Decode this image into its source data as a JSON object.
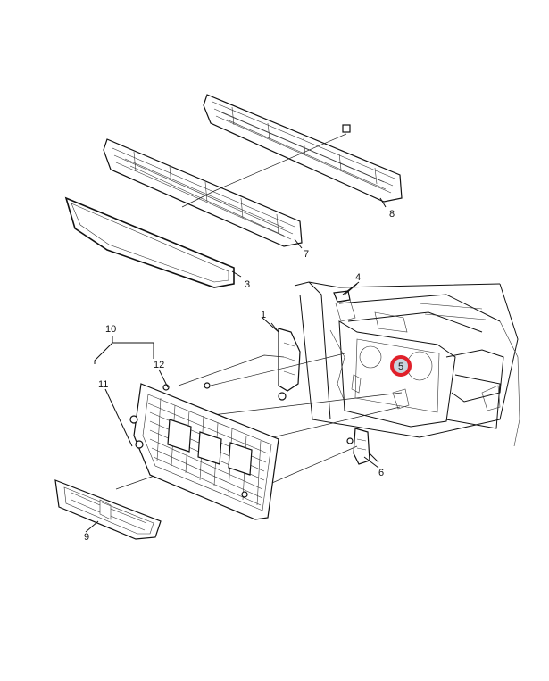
{
  "callouts": [
    {
      "id": "c1",
      "label": "1"
    },
    {
      "id": "c3",
      "label": "3"
    },
    {
      "id": "c4",
      "label": "4"
    },
    {
      "id": "c5",
      "label": "5",
      "highlighted": true
    },
    {
      "id": "c6",
      "label": "6"
    },
    {
      "id": "c7",
      "label": "7"
    },
    {
      "id": "c8",
      "label": "8"
    },
    {
      "id": "c9",
      "label": "9"
    },
    {
      "id": "c10",
      "label": "10"
    },
    {
      "id": "c11",
      "label": "11"
    },
    {
      "id": "c12",
      "label": "12"
    }
  ],
  "highlight_color": "#e0202a",
  "highlight_fill": "#c9d3dc"
}
